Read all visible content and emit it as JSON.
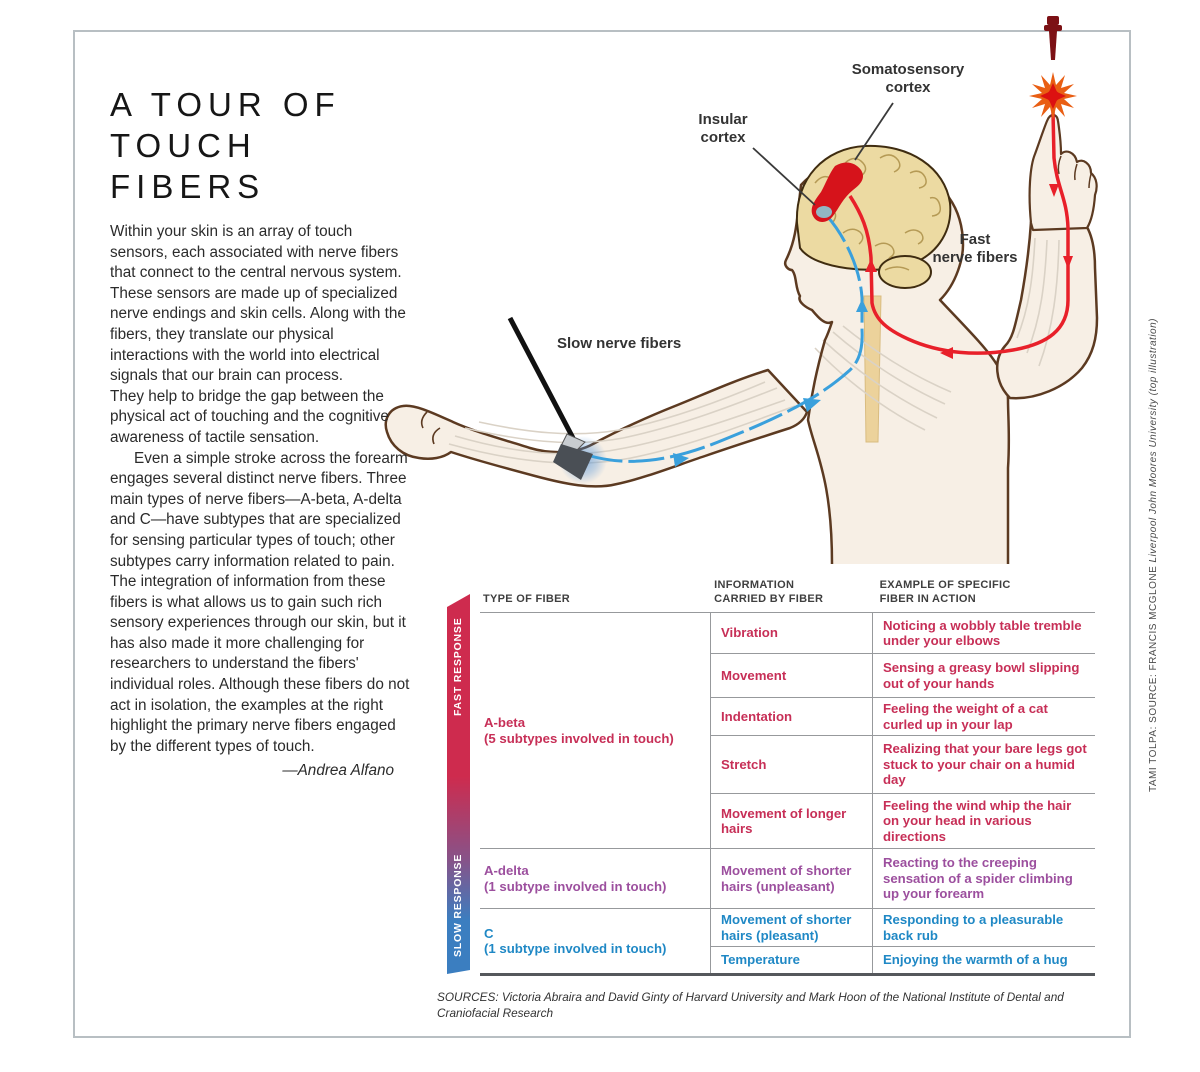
{
  "title": "A TOUR OF\nTOUCH FIBERS",
  "article": {
    "para1": "Within your skin is an array of touch sensors, each associated with nerve fibers that connect to the central nervous system. These sensors are made up of specialized nerve endings and skin cells. Along with the fibers, they translate our physical interactions with the world into electrical signals that our brain can process.",
    "para2": "They help to bridge the gap between the physical act of touching and the cognitive awareness of tactile sensation.",
    "para3": "Even a simple stroke across the forearm engages several distinct nerve fibers. Three main types of nerve fibers—A-beta, A-delta and C—have subtypes that are specialized for sensing particular types of touch; other subtypes carry information related to pain. The integration of information from these fibers is what allows us to gain such rich sensory experiences through our skin, but it has also made it more challenging for researchers to understand the fibers' individual roles. Although these fibers do not act in isolation, the examples at the right highlight the primary nerve fibers engaged by the different types of touch.",
    "byline": "—Andrea Alfano"
  },
  "diagram": {
    "labels": {
      "somato1": "Somatosensory",
      "somato2": "cortex",
      "insular1": "Insular",
      "insular2": "cortex",
      "fast1": "Fast",
      "fast2": "nerve fibers",
      "slow": "Slow nerve fibers"
    }
  },
  "table": {
    "headers": {
      "col1": "TYPE OF FIBER",
      "col2": "INFORMATION\nCARRIED BY FIBER",
      "col3": "EXAMPLE OF SPECIFIC\nFIBER IN ACTION"
    },
    "side_labels": {
      "fast": "FAST RESPONSE",
      "slow": "SLOW RESPONSE"
    },
    "fibers": [
      {
        "name": "A-beta",
        "note": "(5 subtypes involved in touch)"
      },
      {
        "name": "A-delta",
        "note": "(1 subtype involved in touch)"
      },
      {
        "name": "C",
        "note": "(1 subtype involved in touch)"
      }
    ],
    "rows": [
      {
        "info": "Vibration",
        "example": "Noticing a wobbly table tremble under your elbows"
      },
      {
        "info": "Movement",
        "example": "Sensing a greasy bowl slipping out of your hands"
      },
      {
        "info": "Indentation",
        "example": "Feeling the weight of a cat curled up in your lap"
      },
      {
        "info": "Stretch",
        "example": "Realizing that your bare legs got stuck to your chair on a humid day"
      },
      {
        "info": "Movement of longer hairs",
        "example": "Feeling the wind whip the hair on your head in various directions"
      },
      {
        "info": "Movement of shorter hairs (unpleasant)",
        "example": "Reacting to the creeping sensation of a spider climbing up your forearm"
      },
      {
        "info": "Movement of shorter hairs (pleasant)",
        "example": "Responding to a pleasurable back rub"
      },
      {
        "info": "Temperature",
        "example": "Enjoying the warmth of a hug"
      }
    ]
  },
  "sources": "SOURCES: Victoria Abraira and David Ginty of Harvard University and Mark Hoon of the National Institute of Dental and Craniofacial Research",
  "credit": {
    "part1": "TAMI TOLPA: SOURCE: FRANCIS MCGLONE ",
    "part2": "Liverpool John Moores University (top illustration)"
  },
  "colors": {
    "fast_text_red": "#c72f57",
    "adelta_purple": "#9c4f9e",
    "c_fiber_blue": "#1f88c5",
    "bar_red": "#ce2b4e",
    "bar_blue": "#3b7ec0",
    "fast_path_red": "#e8202a",
    "slow_path_blue": "#3aa0dc",
    "brain_tan": "#ecdaa2",
    "skin_cream": "#f7efe5"
  }
}
